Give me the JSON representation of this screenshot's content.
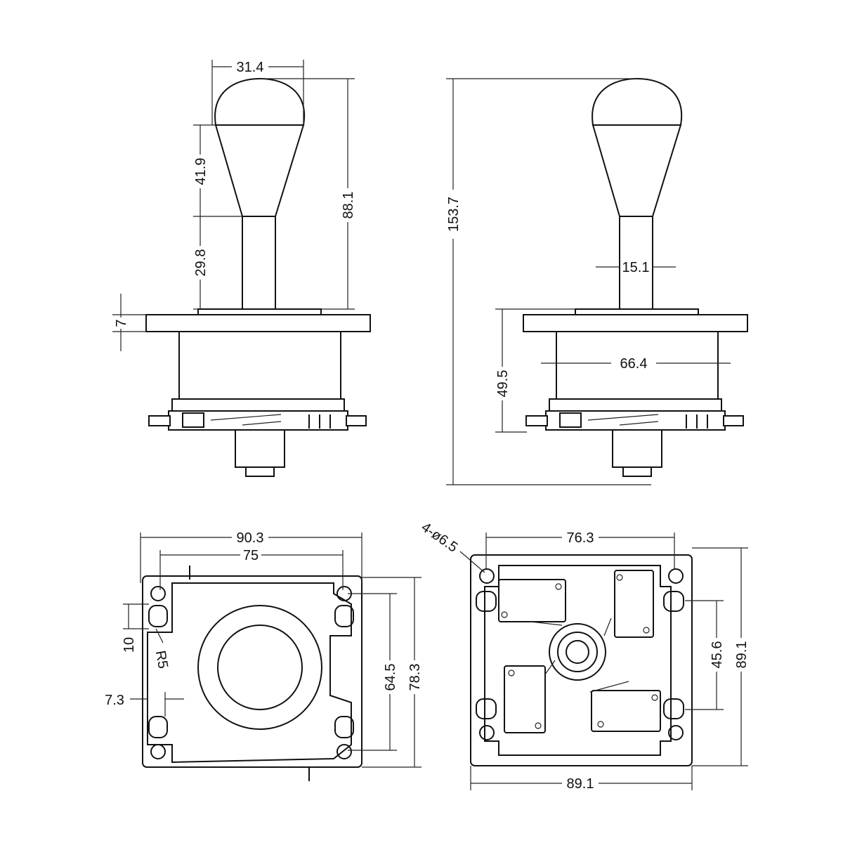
{
  "front_view": {
    "knob_width": "31.4",
    "knob_height": "41.9",
    "shaft_length": "29.8",
    "total_above_plate": "88.1",
    "plate_thickness": "7"
  },
  "side_view": {
    "total_height": "153.7",
    "shaft_diameter": "15.1",
    "body_width": "66.4",
    "below_plate": "49.5"
  },
  "top_plate_view": {
    "plate_width": "90.3",
    "hole_spacing_x": "75",
    "slot_length": "10",
    "slot_radius": "R5",
    "slot_offset": "7.3",
    "hole_spacing_y": "64.5",
    "plate_height": "78.3"
  },
  "bottom_view": {
    "holes": "4-ø6.5",
    "hole_spacing_x": "76.3",
    "hole_spacing_y": "45.6",
    "plate_height": "89.1",
    "plate_width": "89.1"
  }
}
